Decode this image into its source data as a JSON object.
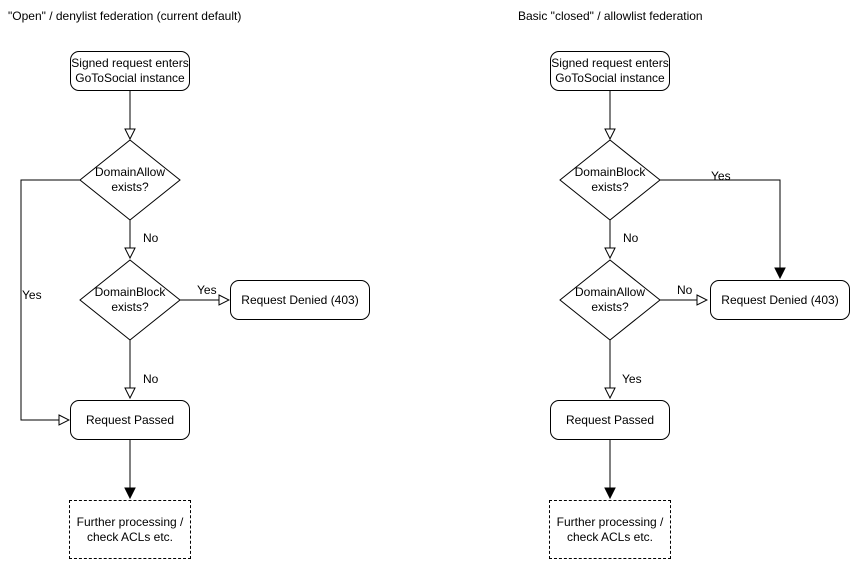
{
  "diagram": {
    "type": "flowchart",
    "colors": {
      "stroke": "#000000",
      "node_fill": "#ffffff",
      "text": "#000000",
      "background": "#ffffff"
    }
  },
  "left": {
    "title": "\"Open\" / denylist federation (current default)",
    "nodes": {
      "start": "Signed request enters\nGoToSocial instance",
      "decision1": "DomainAllow\nexists?",
      "decision2": "DomainBlock\nexists?",
      "denied": "Request Denied (403)",
      "passed": "Request Passed",
      "further": "Further processing /\ncheck ACLs etc."
    },
    "edge_labels": {
      "decision1_yes": "Yes",
      "decision1_no": "No",
      "decision2_yes": "Yes",
      "decision2_no": "No"
    }
  },
  "right": {
    "title": "Basic \"closed\" / allowlist federation",
    "nodes": {
      "start": "Signed request enters\nGoToSocial instance",
      "decision1": "DomainBlock\nexists?",
      "decision2": "DomainAllow\nexists?",
      "denied": "Request Denied (403)",
      "passed": "Request Passed",
      "further": "Further processing /\ncheck ACLs etc."
    },
    "edge_labels": {
      "decision1_yes": "Yes",
      "decision1_no": "No",
      "decision2_no": "No",
      "decision2_yes": "Yes"
    }
  }
}
